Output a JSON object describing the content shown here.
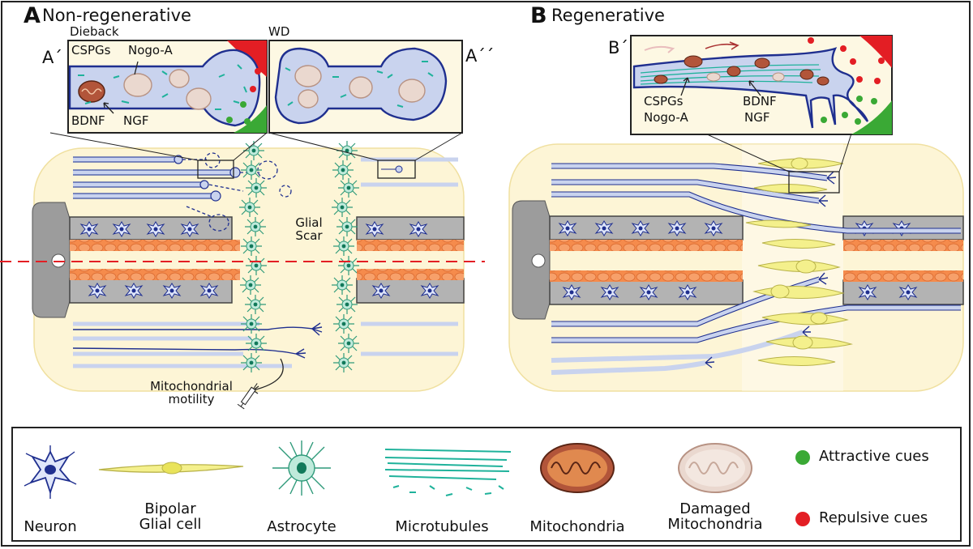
{
  "panels": {
    "a": {
      "letter": "A",
      "title": "Non-regenerative"
    },
    "b": {
      "letter": "B",
      "title": "Regenerative"
    }
  },
  "insets": {
    "a_prime": "A´",
    "a_double_prime": "A´´",
    "b_prime": "B´"
  },
  "annotations": {
    "dieback": "Dieback",
    "wd": "WD",
    "cspgs": "CSPGs",
    "nogo": "Nogo-A",
    "bdnf": "BDNF",
    "ngf": "NGF",
    "glial_scar_line1": "Glial",
    "glial_scar_line2": "Scar",
    "mito_motility_line1": "Mitochondrial",
    "mito_motility_line2": "motility",
    "b_cspgs": "CSPGs",
    "b_nogo": "Nogo-A",
    "b_bdnf": "BDNF",
    "b_ngf": "NGF"
  },
  "legend": {
    "neuron": "Neuron",
    "bipolar_line1": "Bipolar",
    "bipolar_line2": "Glial cell",
    "astrocyte": "Astrocyte",
    "microtubules": "Microtubules",
    "mitochondria": "Mitochondria",
    "damaged_line1": "Damaged",
    "damaged_line2": "Mitochondria",
    "attractive": "Attractive cues",
    "repulsive": "Repulsive cues"
  },
  "colors": {
    "attractive": "#3aa935",
    "repulsive": "#e31e24",
    "bipolar_glia": "#f4f08c",
    "astrocyte": "#8fd6bd",
    "axon": "#c9d3ee",
    "neuron_blue": "#1f2f8f",
    "myelin_orange": "#f58b4c"
  }
}
